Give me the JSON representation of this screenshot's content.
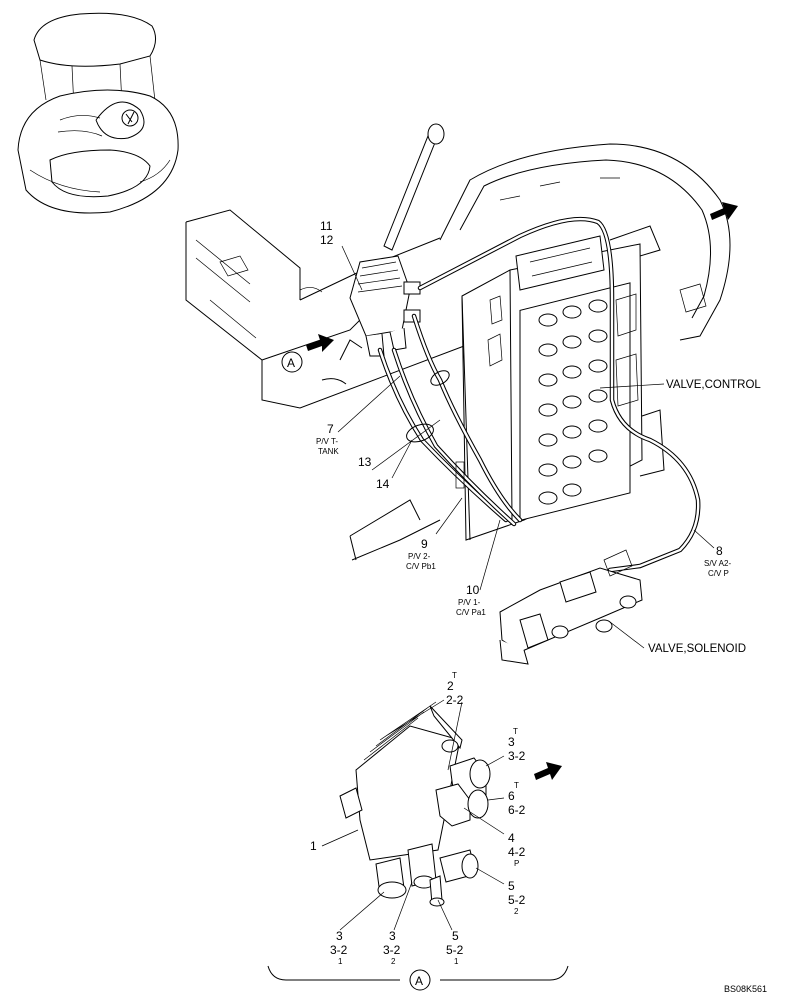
{
  "diagram": {
    "callouts": {
      "c11": "11",
      "c12": "12",
      "c7": "7",
      "c7_sub1": "P/V T-",
      "c7_sub2": "TANK",
      "c13": "13",
      "c14": "14",
      "c9": "9",
      "c9_sub1": "P/V 2-",
      "c9_sub2": "C/V Pb1",
      "c10": "10",
      "c10_sub1": "P/V 1-",
      "c10_sub2": "C/V Pa1",
      "c8": "8",
      "c8_sub1": "S/V A2-",
      "c8_sub2": "C/V P"
    },
    "component_labels": {
      "control_valve": "VALVE,CONTROL",
      "solenoid_valve": "VALVE,SOLENOID"
    },
    "view_marker": "A",
    "detail": {
      "t_top": "T",
      "p2": "2",
      "p2_2": "2-2",
      "t_right": "T",
      "p3r": "3",
      "p3r_2": "3-2",
      "t_six": "T",
      "p6": "6",
      "p6_2": "6-2",
      "p4": "4",
      "p4_2": "4-2",
      "p4_p": "P",
      "p1": "1",
      "p5r": "5",
      "p5r_2": "5-2",
      "p5r_sub": "2",
      "p3a": "3",
      "p3a_2": "3-2",
      "p3a_sub": "1",
      "p3b": "3",
      "p3b_2": "3-2",
      "p3b_sub": "2",
      "p5b": "5",
      "p5b_2": "5-2",
      "p5b_sub": "1"
    },
    "drawing_id": "BS08K561"
  }
}
